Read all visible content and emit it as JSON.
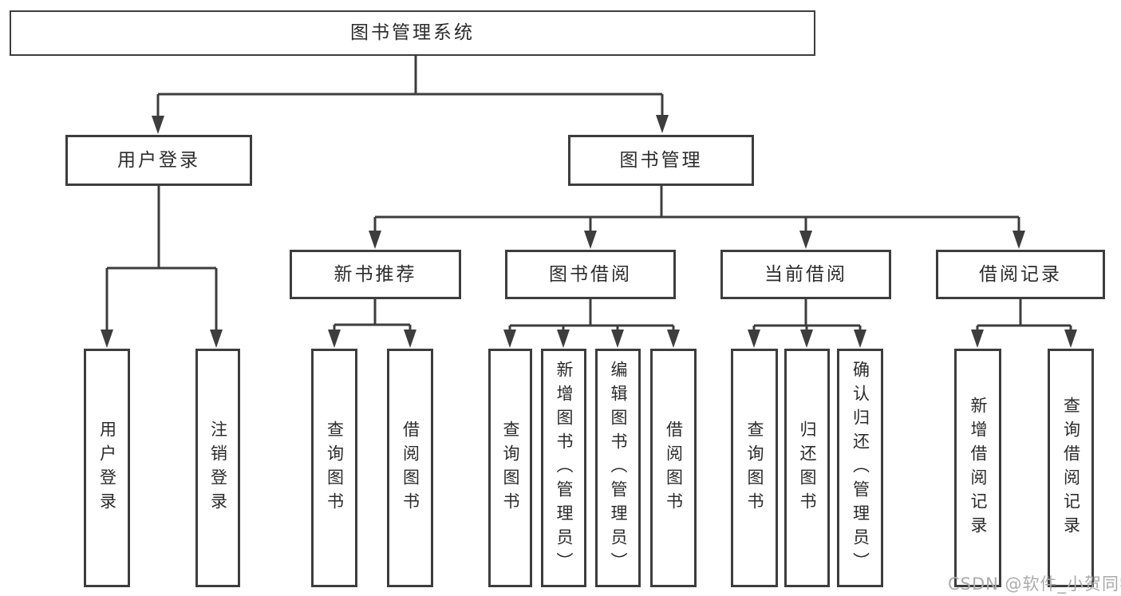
{
  "tree": {
    "label": "图书管理系统",
    "children": [
      {
        "label": "用户登录",
        "children": [
          {
            "label": "用户登录"
          },
          {
            "label": "注销登录"
          }
        ]
      },
      {
        "label": "图书管理",
        "children": [
          {
            "label": "新书推荐",
            "children": [
              {
                "label": "查询图书"
              },
              {
                "label": "借阅图书"
              }
            ]
          },
          {
            "label": "图书借阅",
            "children": [
              {
                "label": "查询图书"
              },
              {
                "label": "新增图书（管理员）"
              },
              {
                "label": "编辑图书（管理员）"
              },
              {
                "label": "借阅图书"
              }
            ]
          },
          {
            "label": "当前借阅",
            "children": [
              {
                "label": "查询图书"
              },
              {
                "label": "归还图书"
              },
              {
                "label": "确认归还（管理员）"
              }
            ]
          },
          {
            "label": "借阅记录",
            "children": [
              {
                "label": "新增借阅记录"
              },
              {
                "label": "查询借阅记录"
              }
            ]
          }
        ]
      }
    ]
  },
  "watermark": {
    "text": "CSDN @软件_小贺同学"
  },
  "colors": {
    "line": "#3d3d3d",
    "text": "#2b2b2b",
    "background": "#ffffff",
    "watermark": "#ababab"
  }
}
